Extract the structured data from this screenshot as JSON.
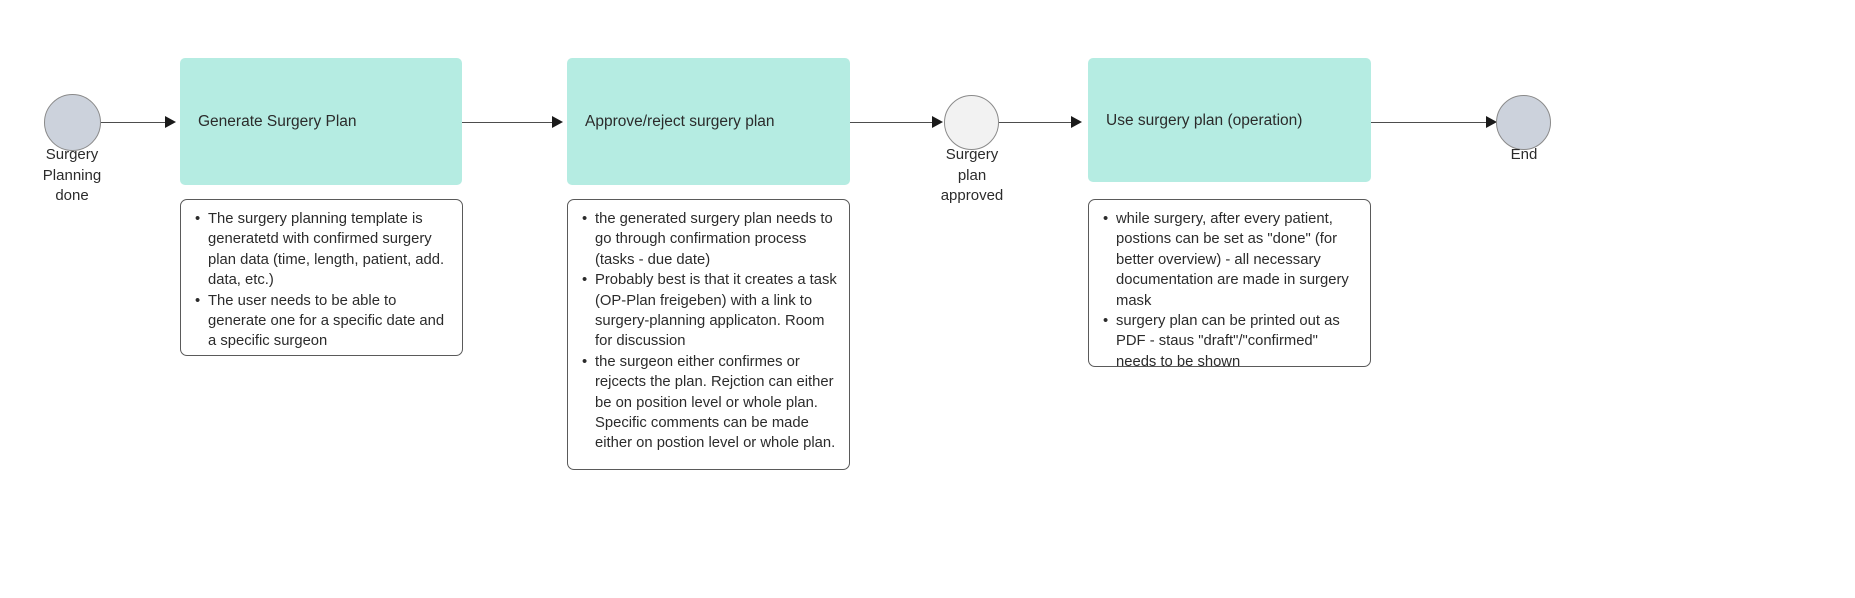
{
  "diagram": {
    "title": "Surgery planning process flow",
    "colors": {
      "process_fill": "#b5ece2",
      "start_circle_fill": "#ccd2dc",
      "state_circle_fill": "#f2f2f2",
      "end_circle_fill": "#ccd2dc",
      "note_border": "#5a5a5a",
      "arrow": "#4d4d4d",
      "text": "#2b2b2b"
    },
    "nodes": {
      "start": {
        "label": "Surgery\nPlanning\ndone",
        "shape": "circle"
      },
      "generate": {
        "label": "Generate Surgery Plan",
        "shape": "rounded-rect"
      },
      "approve": {
        "label": "Approve/reject surgery plan",
        "shape": "rounded-rect"
      },
      "approved_state": {
        "label": "Surgery\nplan\napproved",
        "shape": "circle"
      },
      "use": {
        "label": "Use surgery plan (operation)",
        "shape": "rounded-rect"
      },
      "end": {
        "label": "End",
        "shape": "circle"
      }
    },
    "notes": {
      "generate_note": {
        "bullets": [
          "The surgery planning template is generatetd with confirmed surgery plan data (time, length, patient, add. data, etc.)",
          "The user needs to be able to generate one for a specific date and a specific surgeon"
        ]
      },
      "approve_note": {
        "bullets": [
          "the generated surgery plan needs to go through confirmation process (tasks - due date)",
          "Probably best is that it creates a task (OP-Plan freigeben) with a link to surgery-planning applicaton. Room for discussion",
          "the surgeon either confirmes or rejcects the plan. Rejction can either be on position level or whole plan. Specific comments can be made either on postion level or whole plan."
        ]
      },
      "use_note": {
        "bullets": [
          "while surgery, after every patient, postions can be set as \"done\" (for better overview) - all necessary documentation are made in surgery mask",
          "surgery plan can be printed out as PDF - staus \"draft\"/\"confirmed\" needs to be shown"
        ]
      }
    }
  }
}
